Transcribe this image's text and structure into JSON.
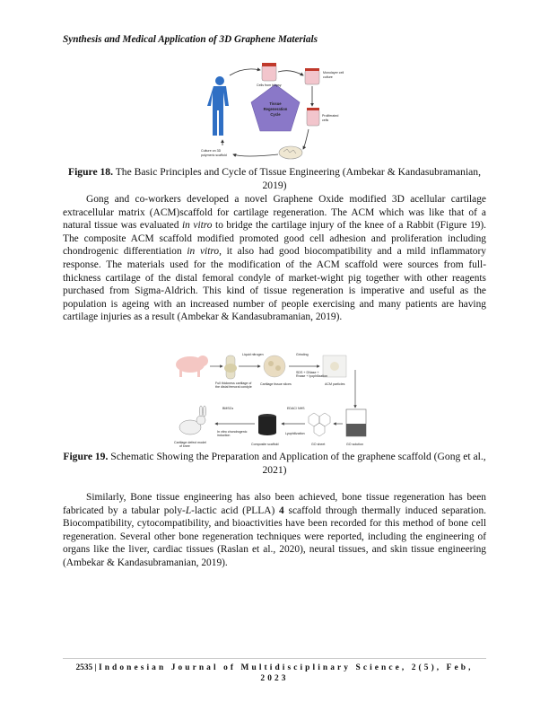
{
  "header": {
    "running_title": "Synthesis and Medical Application of 3D Graphene Materials"
  },
  "figure18": {
    "labels": {
      "center": [
        "Tissue",
        "Regeneration",
        "Cycle"
      ],
      "top_left": "Cells from biopsy",
      "top_right": [
        "Monolayer cell",
        "culture"
      ],
      "right": [
        "Proliferated",
        "cells"
      ],
      "bottom_left": [
        "Culture on 3D",
        "polymeric scaffold"
      ]
    },
    "caption_label": "Figure 18.",
    "caption_text": " The Basic Principles and Cycle of Tissue Engineering (Ambekar & Kandasubramanian, 2019)"
  },
  "paragraph1": {
    "runs": [
      "Gong and co-workers developed a novel Graphene Oxide modified 3D acellular cartilage extracellular matrix (ACM)scaffold for cartilage regeneration. The ACM which was like that of a natural tissue was evaluated ",
      "in vitro",
      " to bridge the cartilage injury of the knee of a Rabbit (Figure 19). The composite ACM scaffold modified promoted good cell adhesion and proliferation including chondrogenic differentiation ",
      "in vitro",
      ", it also had good biocompatibility and a mild inflammatory response. The materials used for the modification of the ACM scaffold were sources from full-thickness cartilage of the distal femoral condyle of market-wight pig together with other reagents purchased from Sigma-Aldrich. This kind of tissue regeneration is imperative and useful as the population is ageing with an increased number of people exercising and many patients are having cartilage injuries as a result (Ambekar & Kandasubramanian, 2019)."
    ]
  },
  "figure19": {
    "labels": {
      "liquid_nitrogen": "Liquid nitrogen",
      "grinding": "Grinding",
      "full_thickness": [
        "Full thickness cartilage of",
        "the distal femoral condyle"
      ],
      "cartilage_slices": "Cartilage tissue slices",
      "sds": [
        "SDS + DNase +",
        "Rnase + lyophilization"
      ],
      "acm_particles": "ACM particles",
      "bmscs": "BMSCs",
      "edac": "EDAC/ NHS",
      "invitro": [
        "In vitro chondrogenic",
        "induction"
      ],
      "lyophilization": "Lyophilization",
      "defect_model": [
        "Cartilage defect model",
        "of knee"
      ],
      "composite": "Composite scaffold",
      "go_sheet": "GO sheet",
      "go_solution": "GO solution"
    },
    "caption_label": "Figure 19.",
    "caption_text": " Schematic Showing the Preparation and Application of the graphene scaffold (Gong et al., 2021)"
  },
  "paragraph2": {
    "runs": [
      "Similarly, Bone tissue engineering has also been achieved, bone tissue regeneration has been fabricated by a tabular poly-",
      "L",
      "-lactic acid (PLLA) ",
      "4",
      " scaffold through thermally induced separation. Biocompatibility, cytocompatibility, and bioactivities have been recorded for this method of bone cell regeneration. Several other bone regeneration techniques were reported, including the engineering of organs like the liver, cardiac tissues (Raslan et al., 2020), neural tissues, and skin tissue engineering (Ambekar & Kandasubramanian, 2019)."
    ]
  },
  "footer": {
    "page_number": "2535",
    "separator": " | ",
    "journal": "Indonesian Journal of Multidisciplinary Science, 2(5), Feb, 2023"
  }
}
